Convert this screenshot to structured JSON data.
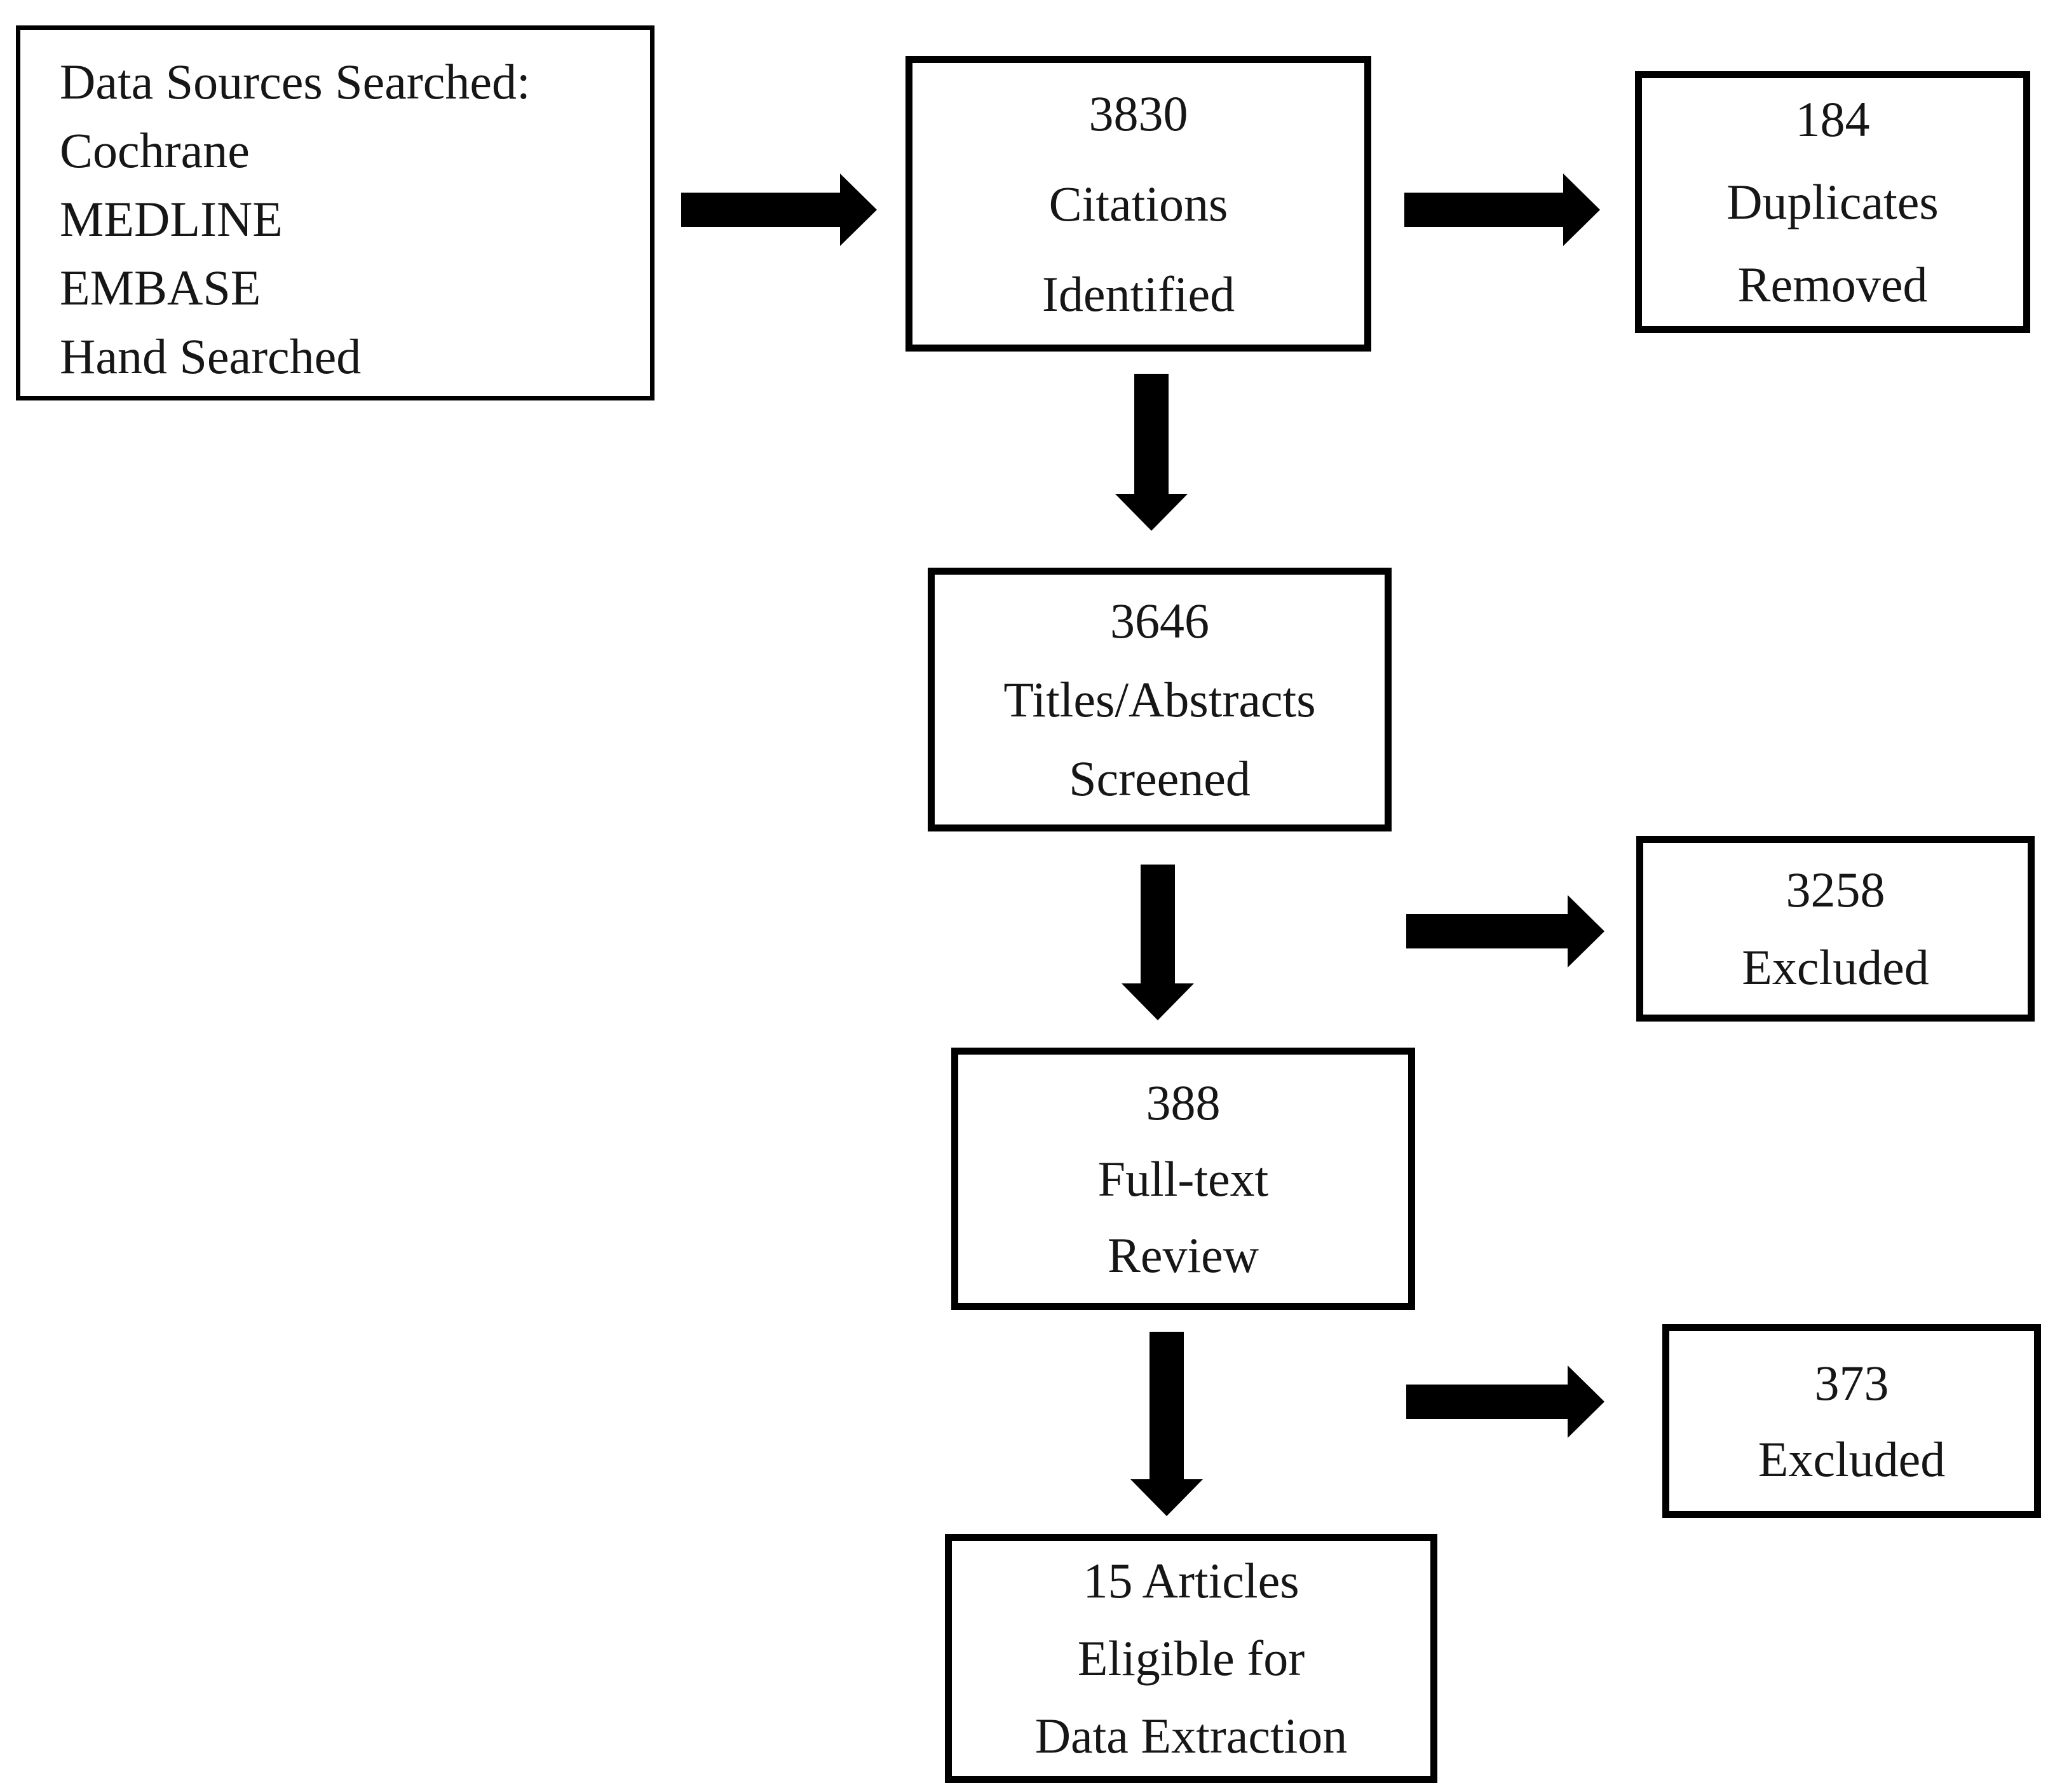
{
  "colors": {
    "bg": "#ffffff",
    "border": "#000000",
    "arrow": "#000000",
    "text": "#161616"
  },
  "boxes": {
    "data_sources": {
      "lines": [
        "Data Sources Searched:",
        "Cochrane",
        "MEDLINE",
        "EMBASE",
        "Hand Searched"
      ]
    },
    "citations_identified": {
      "lines": [
        "3830",
        "Citations",
        "Identified"
      ]
    },
    "duplicates_removed": {
      "lines": [
        "184",
        "Duplicates",
        "Removed"
      ]
    },
    "titles_abstracts_screened": {
      "lines": [
        "3646",
        "Titles/Abstracts",
        "Screened"
      ]
    },
    "excluded_screening": {
      "lines": [
        "3258",
        "Excluded"
      ]
    },
    "full_text_review": {
      "lines": [
        "388",
        "Full-text",
        "Review"
      ]
    },
    "excluded_full_text": {
      "lines": [
        "373",
        "Excluded"
      ]
    },
    "articles_eligible": {
      "lines": [
        "15 Articles",
        "Eligible for",
        "Data Extraction"
      ]
    }
  }
}
